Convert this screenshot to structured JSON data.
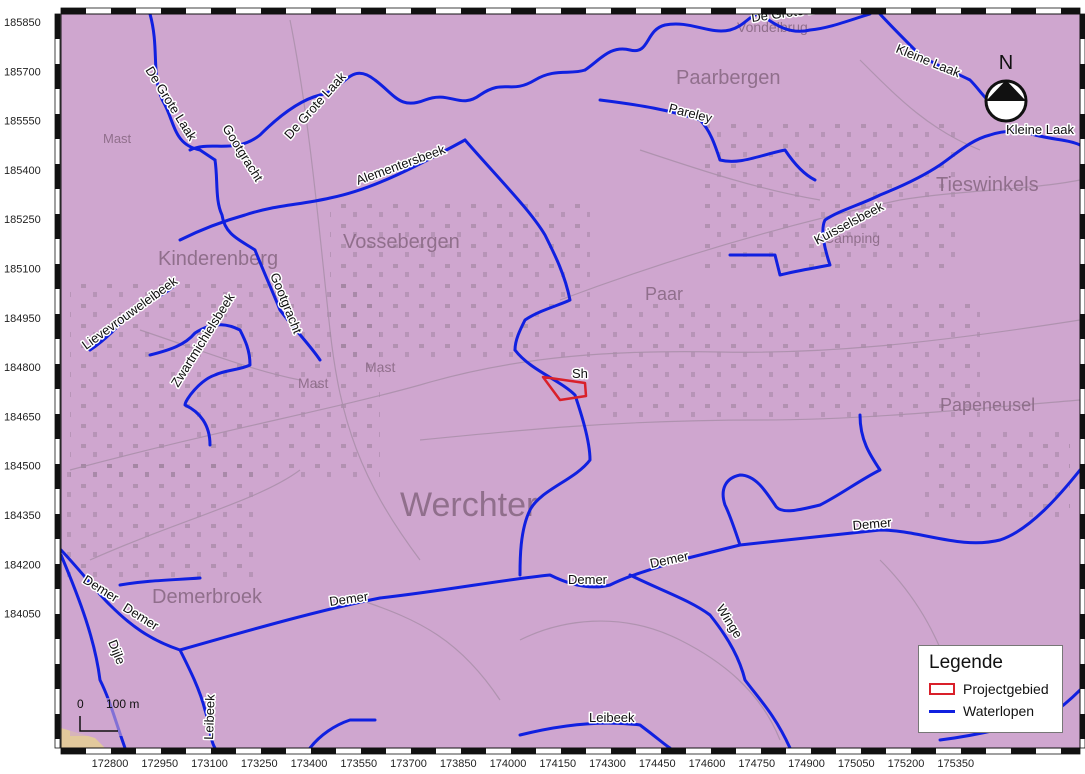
{
  "map": {
    "x_ticks": [
      "172800",
      "172950",
      "173100",
      "173250",
      "173400",
      "173550",
      "173700",
      "173850",
      "174000",
      "174150",
      "174300",
      "174450",
      "174600",
      "174750",
      "174900",
      "175050",
      "175200",
      "175350"
    ],
    "y_ticks": [
      "185850",
      "185700",
      "185550",
      "185400",
      "185250",
      "185100",
      "184950",
      "184800",
      "184650",
      "184500",
      "184350",
      "184200",
      "184050"
    ],
    "places": [
      "Paarbergen",
      "Vossebergen",
      "Kinderenberg",
      "Werchter",
      "Paar",
      "Tieswinkels",
      "Papeneusel",
      "Demerbroek",
      "Mast",
      "Mast",
      "Mast",
      "Vondelbrug",
      "Camping"
    ],
    "waterway_labels": [
      "De Grote Laak",
      "De Grote Laak",
      "Gootgracht",
      "Gootgracht",
      "Alementersbeek",
      "Lievevrouweleibeek",
      "Zwartmichielsbeek",
      "Pareley",
      "Kuisselsbeek",
      "Kleine Laak",
      "Kleine Laak",
      "De Grote Laak",
      "Demer",
      "Demer",
      "Demer",
      "Demer",
      "Demer",
      "Demer",
      "Winge",
      "Leibeek",
      "Leibeek",
      "Dijle",
      "Sh"
    ],
    "north_label": "N",
    "scalebar": {
      "zero": "0",
      "dist": "100 m"
    },
    "colors": {
      "land": "#cfa6cf",
      "waterway": "#1020e0",
      "project": "#d9202a",
      "terrain": "#b5a4b5"
    }
  },
  "legend": {
    "title": "Legende",
    "items": [
      {
        "label": "Projectgebied",
        "symbol": "polygon",
        "color": "#d9202a"
      },
      {
        "label": "Waterlopen",
        "symbol": "line",
        "color": "#1020e0"
      }
    ]
  }
}
